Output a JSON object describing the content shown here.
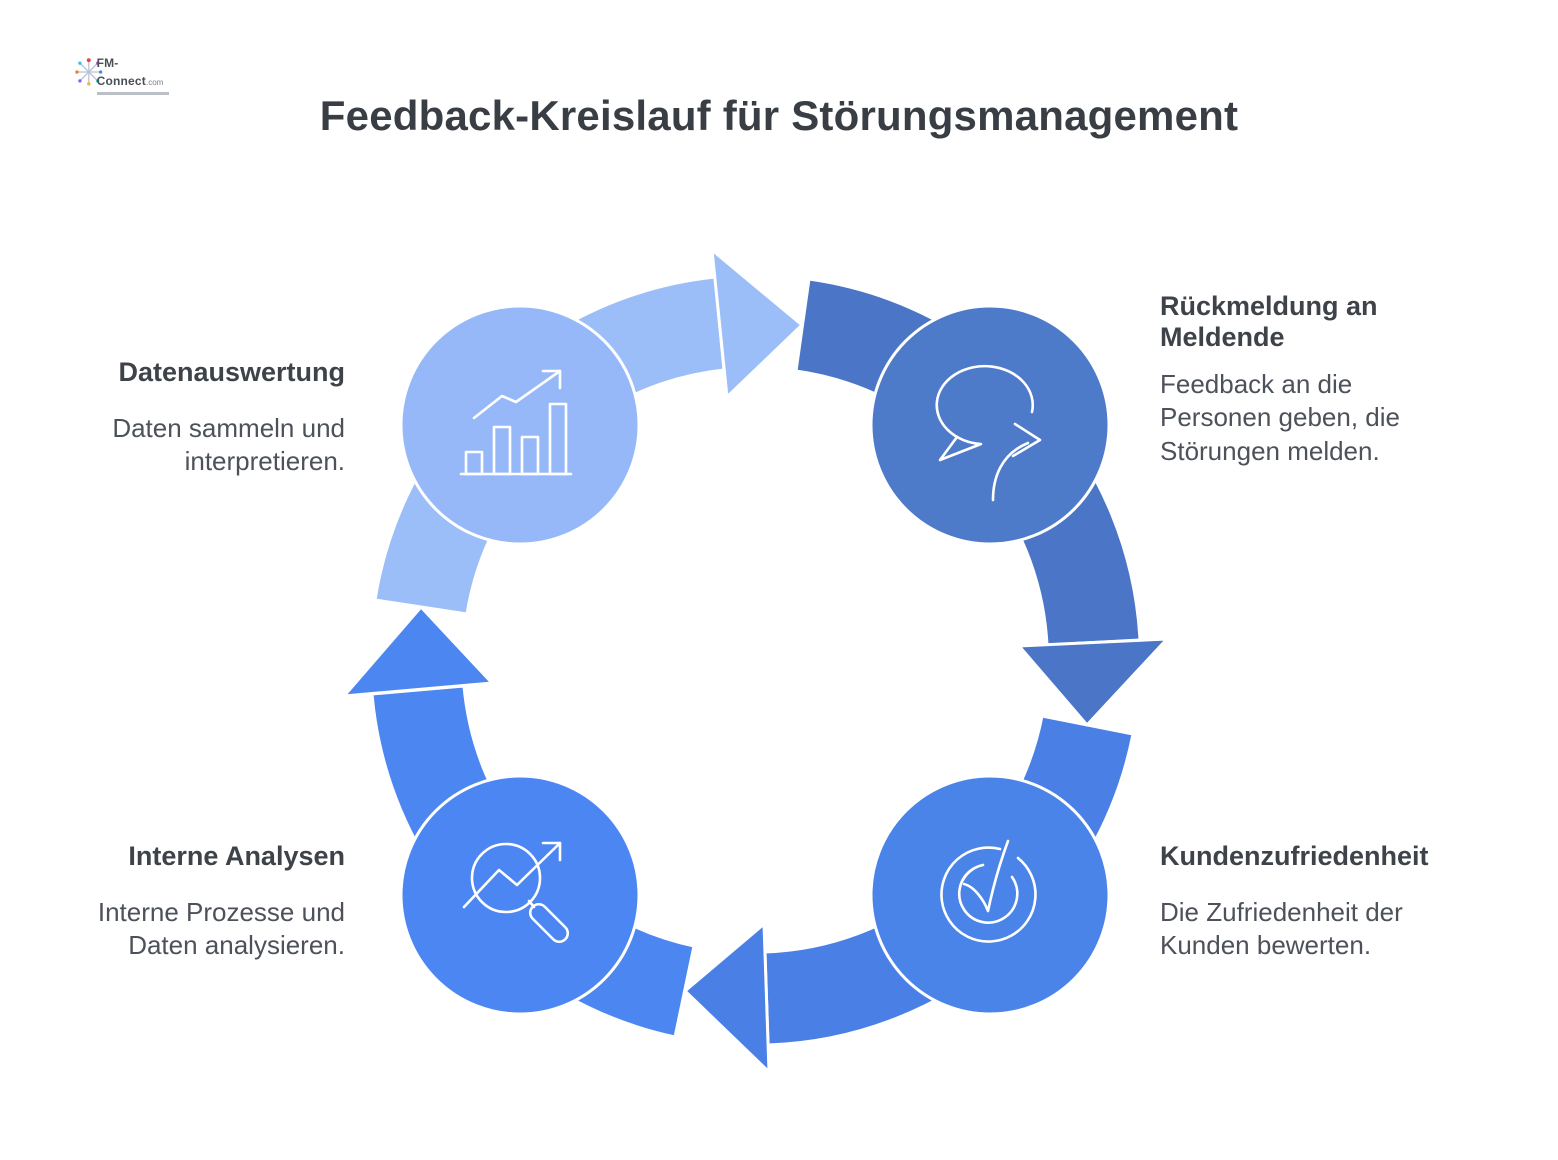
{
  "logo": {
    "brand": "FM-Connect",
    "tld": ".com"
  },
  "title": "Feedback-Kreislauf für Störungsmanagement",
  "diagram": {
    "type": "cycle",
    "direction": "clockwise",
    "steps": [
      {
        "label": "Datenauswertung",
        "description": "Daten sammeln und interpretieren.",
        "icon": "bar-chart-growth-icon",
        "circle_color": "#96b8f8",
        "arc_color": "#9cbef8",
        "position": "top-left",
        "text_side": "left"
      },
      {
        "label": "Rückmeldung an Meldende",
        "description": "Feedback an die Personen geben, die Störungen melden.",
        "icon": "speech-bubble-reply-icon",
        "circle_color": "#4e7aca",
        "arc_color": "#4b75c6",
        "position": "top-right",
        "text_side": "right"
      },
      {
        "label": "Kundenzufriedenheit",
        "description": "Die Zufriedenheit der Kunden bewerten.",
        "icon": "checkmark-badge-icon",
        "circle_color": "#4b84e8",
        "arc_color": "#4a80e6",
        "position": "bottom-right",
        "text_side": "right"
      },
      {
        "label": "Interne Analysen",
        "description": "Interne Prozesse und Daten analysieren.",
        "icon": "magnifier-trend-icon",
        "circle_color": "#4c86f3",
        "arc_color": "#4c86f0",
        "position": "bottom-left",
        "text_side": "left"
      }
    ],
    "colors": {
      "title_text": "#393e45",
      "heading_text": "#3e434a",
      "body_text": "#4d525a",
      "icon_stroke": "#ffffff",
      "background": "#ffffff"
    }
  }
}
